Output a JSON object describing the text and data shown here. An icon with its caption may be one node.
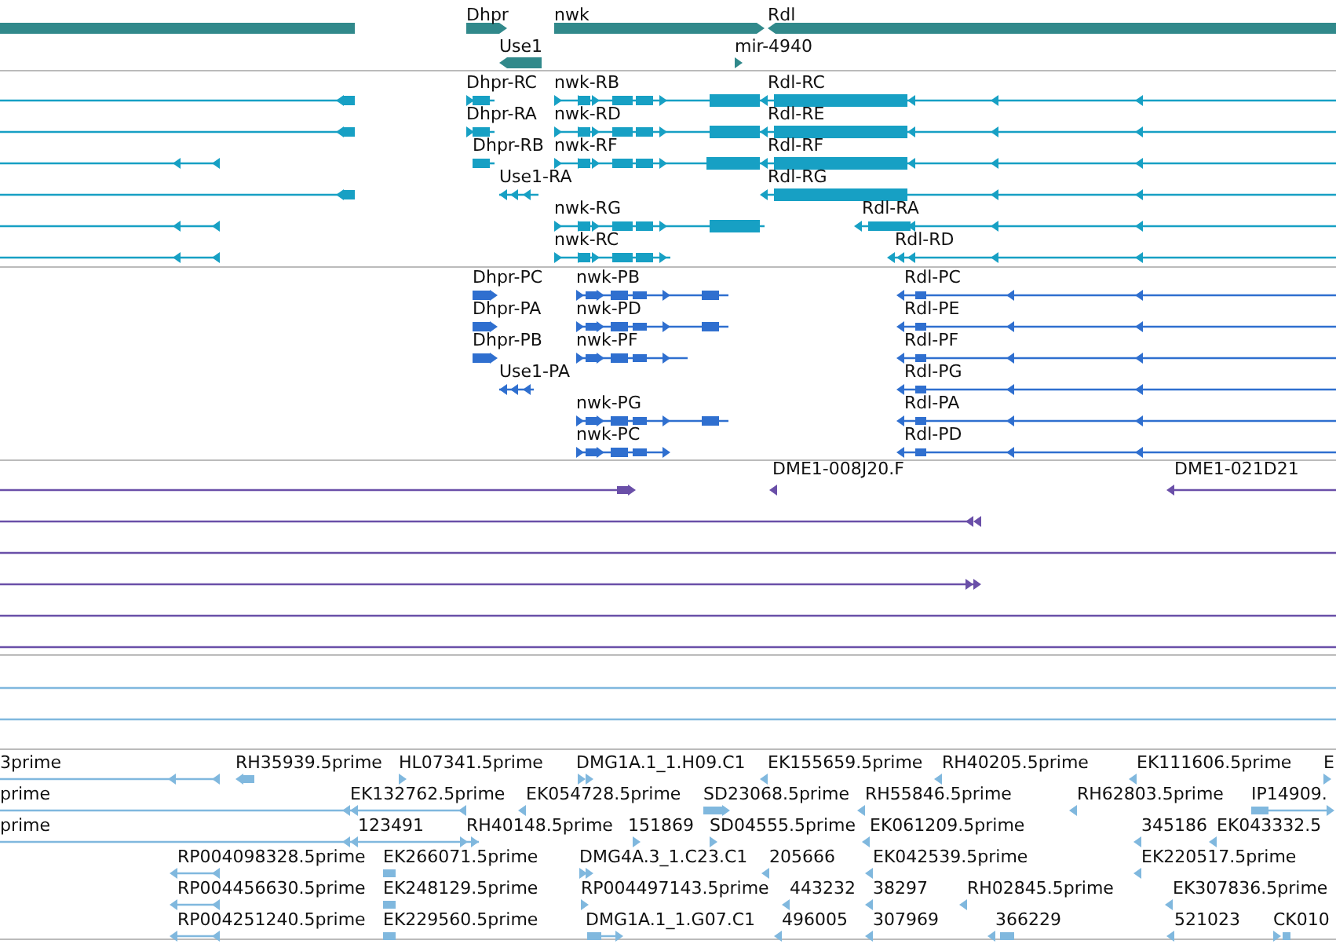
{
  "diagram": {
    "labels": [
      "Dhpr",
      "nwk",
      "Rdl",
      "Use1",
      "mir-4940",
      "Dhpr-RC",
      "nwk-RB",
      "Rdl-RC",
      "Dhpr-RA",
      "nwk-RD",
      "Rdl-RE",
      "Dhpr-RB",
      "nwk-RF",
      "Rdl-RF",
      "Use1-RA",
      "Rdl-RG",
      "nwk-RG",
      "Rdl-RA",
      "nwk-RC",
      "Rdl-RD",
      "Dhpr-PC",
      "nwk-PB",
      "Rdl-PC",
      "Dhpr-PA",
      "nwk-PD",
      "Rdl-PE",
      "Dhpr-PB",
      "nwk-PF",
      "Rdl-PF",
      "Use1-PA",
      "Rdl-PG",
      "nwk-PG",
      "Rdl-PA",
      "nwk-PC",
      "Rdl-PD",
      "DME1-008J20.F",
      "DME1-021D21",
      "3prime",
      "RH35939.5prime",
      "HL07341.5prime",
      "DMG1A.1_1.H09.C1",
      "EK155659.5prime",
      "RH40205.5prime",
      "EK111606.5prime",
      "E",
      "prime",
      "EK132762.5prime",
      "EK054728.5prime",
      "SD23068.5prime",
      "RH55846.5prime",
      "RH62803.5prime",
      "IP14909.",
      "prime",
      "123491",
      "RH40148.5prime",
      "151869",
      "SD04555.5prime",
      "EK061209.5prime",
      "345186",
      "EK043332.5",
      "RP004098328.5prime",
      "EK266071.5prime",
      "DMG4A.3_1.C23.C1",
      "205666",
      "EK042539.5prime",
      "EK220517.5prime",
      "RP004456630.5prime",
      "EK248129.5prime",
      "RP004497143.5prime",
      "443232",
      "38297",
      "RH02845.5prime",
      "EK307836.5prime",
      "RP004251240.5prime",
      "EK229560.5prime",
      "DMG1A.1_1.G07.C1",
      "496005",
      "307969",
      "366229",
      "521023",
      "CK010"
    ]
  }
}
